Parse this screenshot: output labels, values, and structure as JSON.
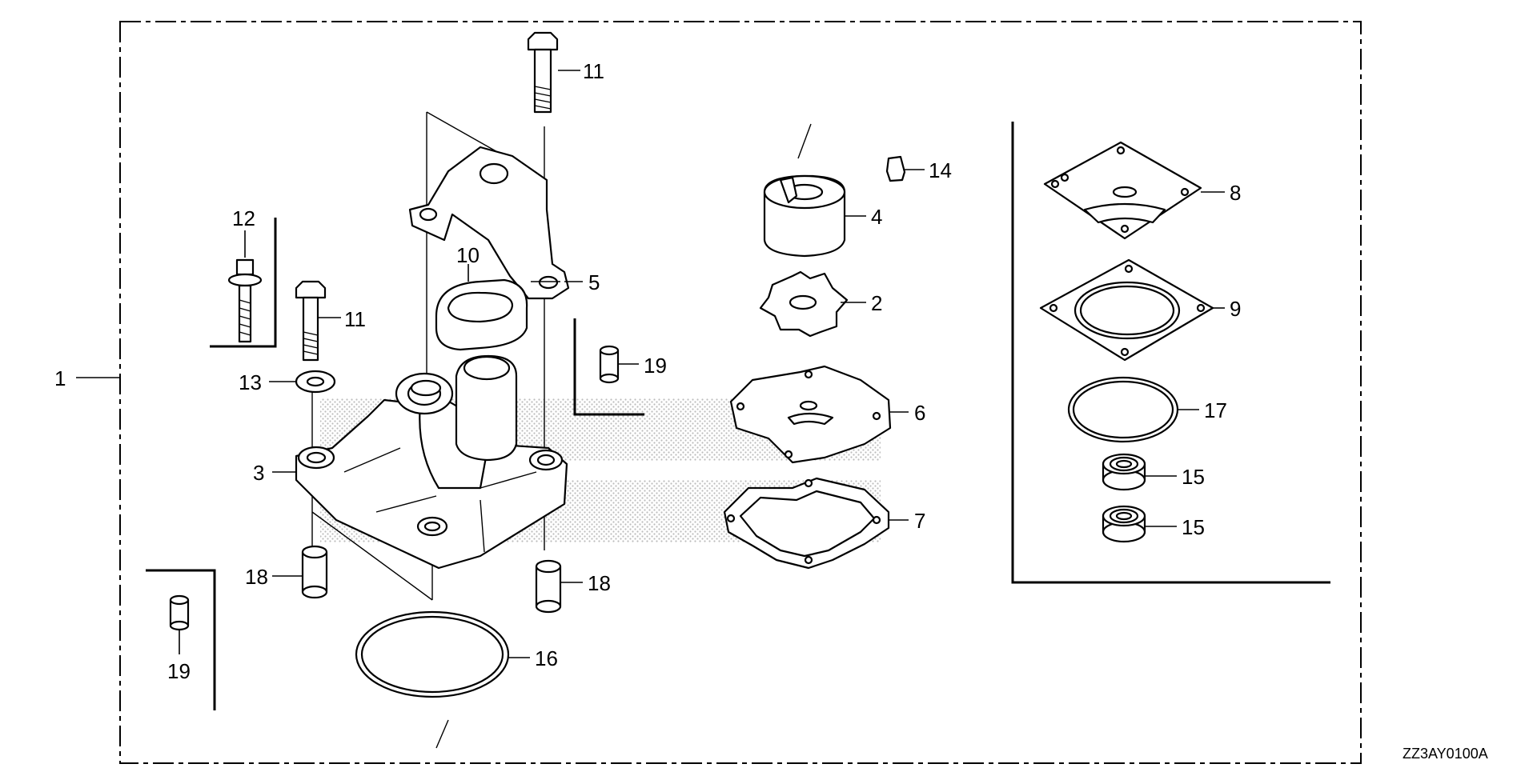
{
  "reference_code": "ZZ3AY0100A",
  "callouts": {
    "c1": "1",
    "c2": "2",
    "c3": "3",
    "c4": "4",
    "c5": "5",
    "c6": "6",
    "c7": "7",
    "c8": "8",
    "c9": "9",
    "c10": "10",
    "c11a": "11",
    "c11b": "11",
    "c12": "12",
    "c13": "13",
    "c14": "14",
    "c15a": "15",
    "c15b": "15",
    "c16": "16",
    "c17": "17",
    "c18a": "18",
    "c18b": "18",
    "c19a": "19",
    "c19b": "19"
  },
  "colors": {
    "line": "#000000",
    "background": "#ffffff",
    "stipple": "#b5b5b5"
  }
}
